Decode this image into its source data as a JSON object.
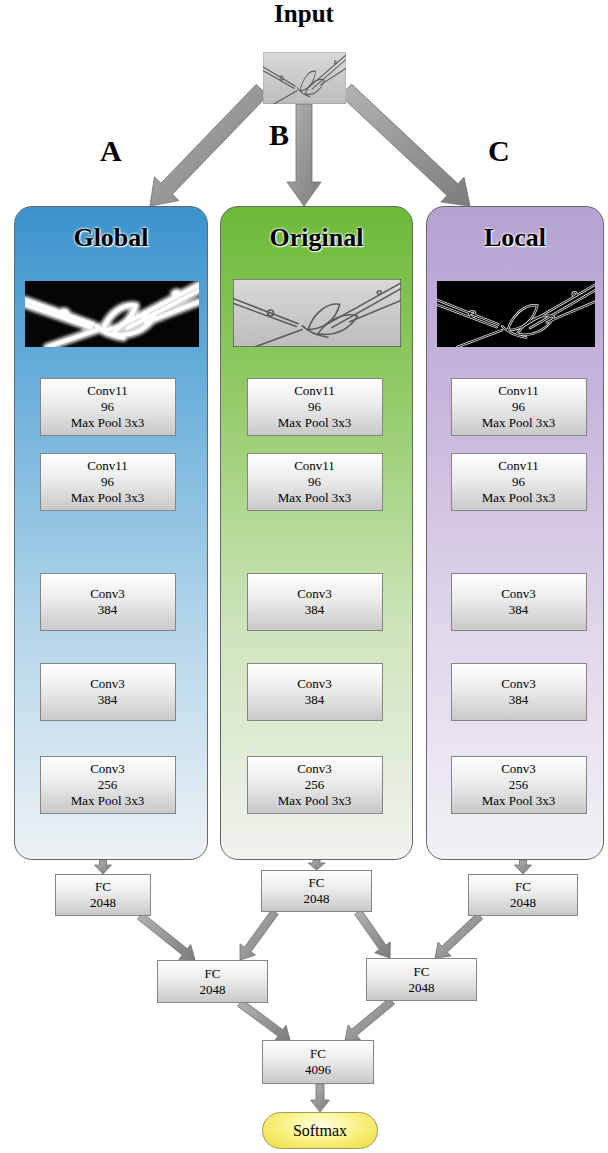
{
  "diagram": {
    "nodes": [
      {
        "text": [
          "Input"
        ]
      },
      {
        "text": [
          "Global"
        ]
      },
      {
        "text": [
          "Conv11",
          "96",
          "Max Pool 3x3"
        ],
        "in": 1
      },
      {
        "text": [
          "Conv11",
          "96",
          "Max Pool 3x3"
        ],
        "in": 1
      },
      {
        "text": [
          "Conv3",
          "384"
        ],
        "in": 1
      },
      {
        "text": [
          "Conv3",
          "384"
        ],
        "in": 1
      },
      {
        "text": [
          "Conv3",
          "256",
          "Max Pool 3x3"
        ],
        "in": 1
      },
      {
        "text": [
          "Original"
        ]
      },
      {
        "text": [
          "Conv11",
          "96",
          "Max Pool 3x3"
        ],
        "in": 7
      },
      {
        "text": [
          "Conv11",
          "96",
          "Max Pool 3x3"
        ],
        "in": 7
      },
      {
        "text": [
          "Conv3",
          "384"
        ],
        "in": 7
      },
      {
        "text": [
          "Conv3",
          "384"
        ],
        "in": 7
      },
      {
        "text": [
          "Conv3",
          "256",
          "Max Pool 3x3"
        ],
        "in": 7
      },
      {
        "text": [
          "Local"
        ]
      },
      {
        "text": [
          "Conv11",
          "96",
          "Max Pool 3x3"
        ],
        "in": 13
      },
      {
        "text": [
          "Conv11",
          "96",
          "Max Pool 3x3"
        ],
        "in": 13
      },
      {
        "text": [
          "Conv3",
          "384"
        ],
        "in": 13
      },
      {
        "text": [
          "Conv3",
          "384"
        ],
        "in": 13
      },
      {
        "text": [
          "Conv3",
          "256",
          "Max Pool 3x3"
        ],
        "in": 13
      },
      {
        "text": [
          "FC",
          "2048"
        ]
      },
      {
        "text": [
          "FC",
          "2048"
        ]
      },
      {
        "text": [
          "FC",
          "2048"
        ]
      },
      {
        "text": [
          "FC",
          "2048"
        ]
      },
      {
        "text": [
          "FC",
          "2048"
        ]
      },
      {
        "text": [
          "FC",
          "4096"
        ]
      },
      {
        "text": [
          "Softmax"
        ]
      }
    ],
    "edges": [
      {
        "from": 0,
        "to": 1,
        "arrow": "to",
        "label": "A"
      },
      {
        "from": 0,
        "to": 7,
        "arrow": "to",
        "label": "B"
      },
      {
        "from": 0,
        "to": 13,
        "arrow": "to",
        "label": "C"
      },
      {
        "from": 1,
        "to": 19,
        "arrow": "to"
      },
      {
        "from": 7,
        "to": 20,
        "arrow": "to"
      },
      {
        "from": 13,
        "to": 21,
        "arrow": "to"
      },
      {
        "from": 19,
        "to": 22,
        "arrow": "to"
      },
      {
        "from": 20,
        "to": 22,
        "arrow": "to"
      },
      {
        "from": 20,
        "to": 23,
        "arrow": "to"
      },
      {
        "from": 21,
        "to": 23,
        "arrow": "to"
      },
      {
        "from": 22,
        "to": 24,
        "arrow": "to"
      },
      {
        "from": 23,
        "to": 24,
        "arrow": "to"
      },
      {
        "from": 24,
        "to": 25,
        "arrow": "to"
      }
    ]
  }
}
